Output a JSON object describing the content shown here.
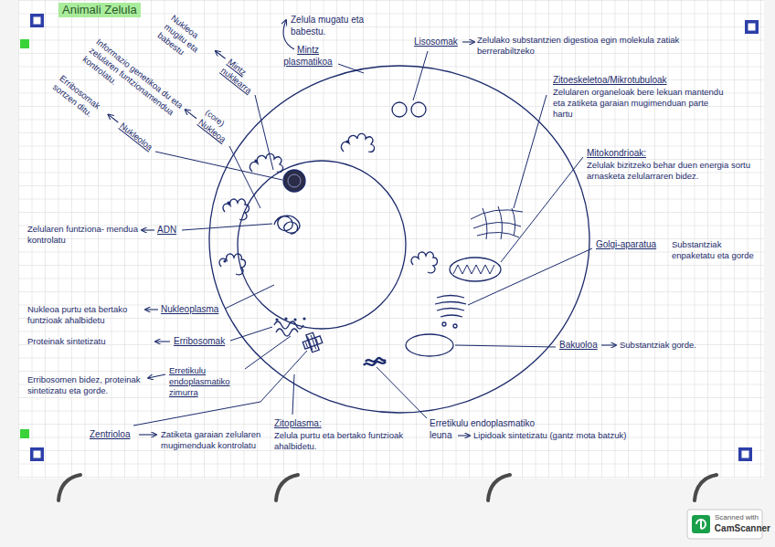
{
  "diagram": {
    "title": "Animali Zelula",
    "labels": [
      "Nukleoa mugitu eta babestu",
      "Mintz nuklearra",
      "Zelula mugatu eta babestu.",
      "Mintz plasmatikoa",
      "Lisosomak",
      "Zelulako substantzien digestioa egin molekula zatiak berrerabiltzeko",
      "Informazio genetikoa du eta zelularen funtzionamendua kontrolatu.",
      "(core)",
      "Nukleoa",
      "Zitoeskeletoa/Mikrotubuloak",
      "Zelularen organeloak bere lekuan mantendu eta zatiketa garaian mugimenduan parte hartu",
      "Erribosomak sortzen ditu.",
      "Nukleoloa",
      "Mitokondrioak:",
      "Zelulak bizitzeko behar duen energia sortu arnasketa zelularraren bidez.",
      "Zelularen funtziona- mendua kontrolatu",
      "ADN",
      "Golgi-aparatua",
      "Substantziak enpaketatu eta gorde",
      "Nukleoa purtu eta bertako funtzioak ahalbidetu",
      "Nukleoplasma",
      "Bakuoloa",
      "Substantziak gorde.",
      "Proteinak sintetizatu",
      "Erribosomak",
      "Erribosomen bidez, proteinak sintetizatu eta gorde.",
      "Erretikulu endoplasmatiko zimurra",
      "Zitoplasma:",
      "Zelula purtu eta bertako funtzioak ahalbidetu.",
      "Erretikulu endoplasmatiko leuna",
      "Lipidoak sintetizatu (gantz mota batzuk)",
      "Zentrioloa",
      "Zatiketa garaian zelularen mugimenduak kontrolatu",
      "Scanned with",
      "CamScanner"
    ]
  }
}
